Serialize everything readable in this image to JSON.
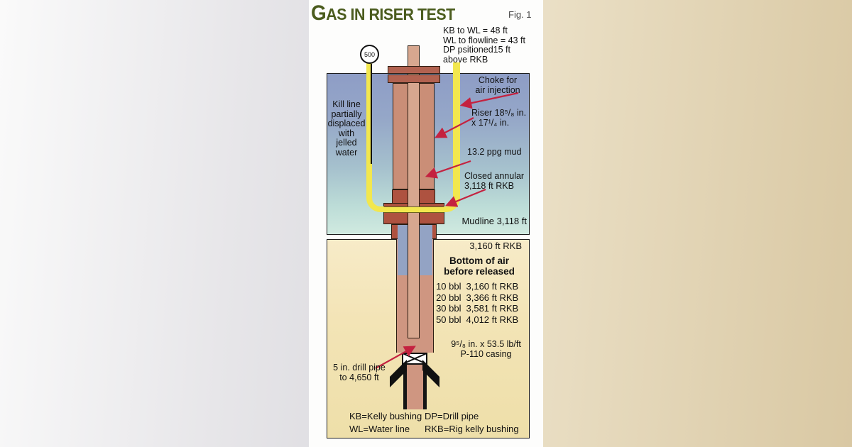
{
  "title": {
    "first": "G",
    "rest": "AS IN RISER TEST"
  },
  "fig_label": "Fig. 1",
  "notes_top_right": {
    "line1": "KB to WL = 48 ft",
    "line2": "WL to flowline = 43 ft",
    "line3": "DP psitioned15 ft",
    "line4": "above RKB"
  },
  "gauge": {
    "value": "500"
  },
  "labels": {
    "kill_line": {
      "l1": "Kill line",
      "l2": "partially",
      "l3": "displaced",
      "l4": "with",
      "l5": "jelled",
      "l6": "water"
    },
    "choke": {
      "l1": "Choke for",
      "l2": "air injection"
    },
    "riser": {
      "l1": "Riser 18⁵/₈ in.",
      "l2": "x 17¹/₄ in."
    },
    "mud": "13.2 ppg mud",
    "annular": {
      "l1": "Closed annular",
      "l2": "3,118 ft RKB"
    },
    "mudline": "Mudline 3,118 ft",
    "rkb_depth": "3,160 ft RKB",
    "casing": {
      "l1": "9⁵/₈ in. x 53.5 lb/ft",
      "l2": "P-110 casing"
    },
    "drill_pipe": {
      "l1": "5 in. drill pipe",
      "l2": "to 4,650 ft"
    }
  },
  "air_table": {
    "header": {
      "l1": "Bottom of air",
      "l2": "before released"
    },
    "rows": [
      {
        "vol": "10 bbl",
        "depth": "3,160 ft RKB"
      },
      {
        "vol": "20 bbl",
        "depth": "3,366 ft RKB"
      },
      {
        "vol": "30 bbl",
        "depth": "3,581 ft RKB"
      },
      {
        "vol": "50 bbl",
        "depth": "4,012 ft RKB"
      }
    ]
  },
  "legend": {
    "kb": "KB=Kelly bushing",
    "wl": "WL=Water line",
    "dp": "DP=Drill pipe",
    "rkb": "RKB=Rig kelly bushing"
  },
  "colors": {
    "title_green": "#4b5c1e",
    "arrow_red": "#c42240",
    "line_yellow": "#f2e74e",
    "pipe_salmon": "#ca8e77",
    "inner_pipe_salmon": "#d7a78f",
    "bop_red": "#ae5240",
    "sea_top": "#8e9dc6",
    "sea_bottom": "#d0eae0",
    "seabed_tan": "#f3e4b6",
    "air_annulus_blue": "#93a3c4"
  }
}
